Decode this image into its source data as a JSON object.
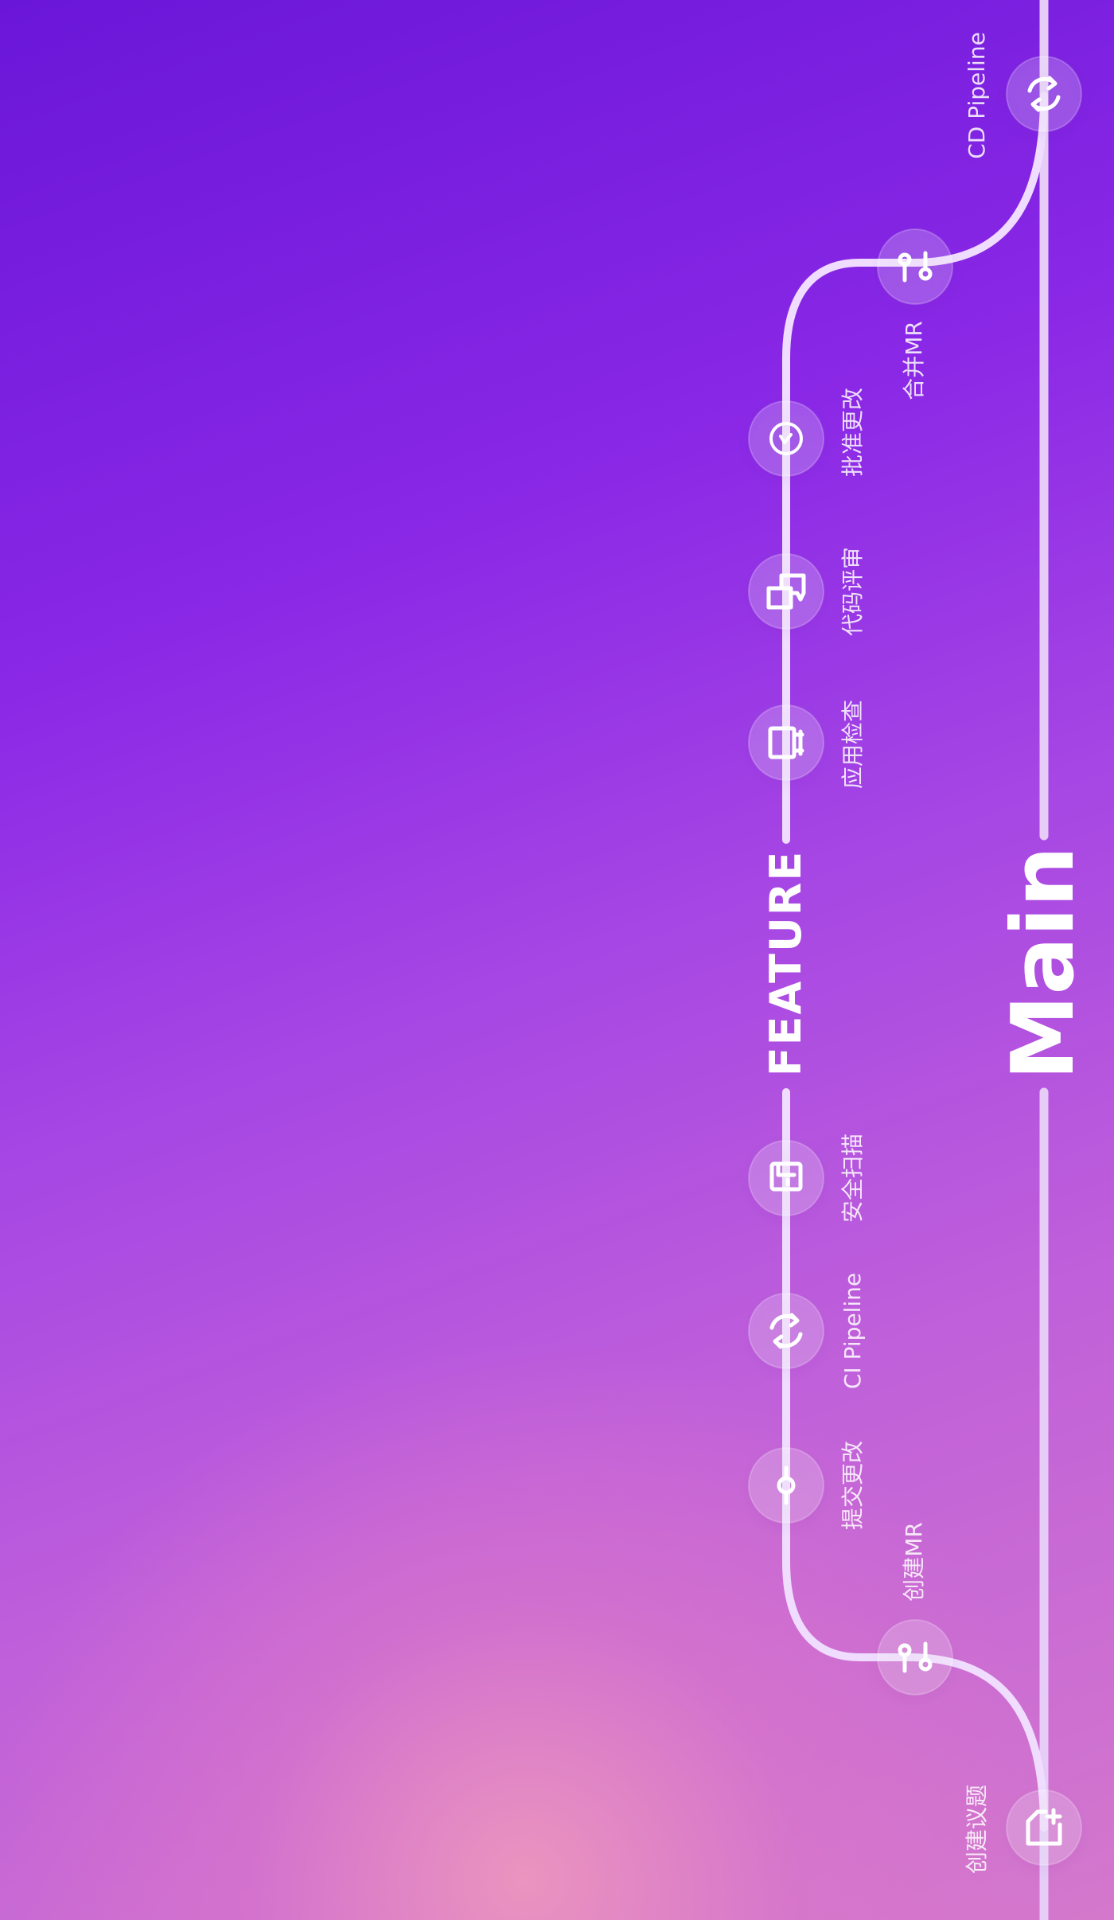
{
  "branches": {
    "feature": "FEATURE",
    "main": "Main"
  },
  "steps": [
    {
      "id": "create-issue",
      "label": "创建议题",
      "icon": "new-document-icon",
      "track": "main"
    },
    {
      "id": "create-mr",
      "label": "创建MR",
      "icon": "merge-request-icon",
      "track": "connector"
    },
    {
      "id": "commit",
      "label": "提交更改",
      "icon": "commit-icon",
      "track": "feature"
    },
    {
      "id": "ci-pipeline",
      "label": "CI Pipeline",
      "icon": "refresh-icon",
      "track": "feature"
    },
    {
      "id": "security-scan",
      "label": "安全扫描",
      "icon": "lock-icon",
      "track": "feature"
    },
    {
      "id": "app-check",
      "label": "应用检查",
      "icon": "monitor-icon",
      "track": "feature"
    },
    {
      "id": "code-review",
      "label": "代码评审",
      "icon": "chat-bubbles-icon",
      "track": "feature"
    },
    {
      "id": "approve",
      "label": "批准更改",
      "icon": "check-circle-icon",
      "track": "feature"
    },
    {
      "id": "merge-mr",
      "label": "合并MR",
      "icon": "merge-request-icon",
      "track": "connector"
    },
    {
      "id": "cd-pipeline",
      "label": "CD Pipeline",
      "icon": "refresh-icon",
      "track": "main"
    }
  ],
  "colors": {
    "track_main": "#e7cdf6",
    "track_feature": "#f1ddff",
    "node_fill": "rgba(255,255,255,0.2)"
  }
}
